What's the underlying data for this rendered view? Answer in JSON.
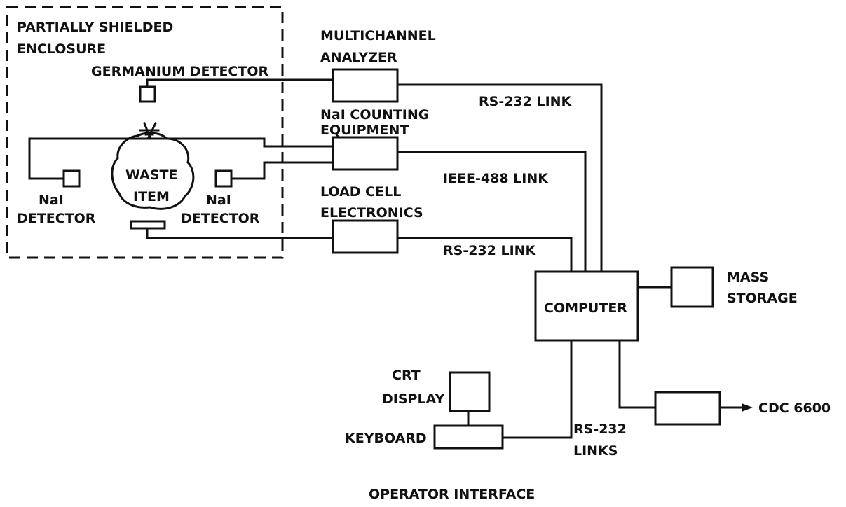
{
  "labels": {
    "enclosure_line1": "PARTIALLY SHIELDED",
    "enclosure_line2": "ENCLOSURE",
    "germanium_detector": "GERMANIUM DETECTOR",
    "waste_line1": "WASTE",
    "waste_line2": "ITEM",
    "nai_left_line1": "NaI",
    "nai_left_line2": "DETECTOR",
    "nai_right_line1": "NaI",
    "nai_right_line2": "DETECTOR",
    "mca_line1": "MULTICHANNEL",
    "mca_line2": "ANALYZER",
    "nai_counting_line1": "NaI COUNTING",
    "nai_counting_line2": "EQUIPMENT",
    "load_cell_line1": "LOAD CELL",
    "load_cell_line2": "ELECTRONICS",
    "rs232_link_top": "RS-232 LINK",
    "ieee488_link": "IEEE-488 LINK",
    "rs232_link_bottom": "RS-232 LINK",
    "computer": "COMPUTER",
    "mass_storage_line1": "MASS",
    "mass_storage_line2": "STORAGE",
    "cdc6600": "CDC 6600",
    "crt_line1": "CRT",
    "crt_line2": "DISPLAY",
    "keyboard": "KEYBOARD",
    "rs232_links_line1": "RS-232",
    "rs232_links_line2": "LINKS",
    "operator_interface": "OPERATOR INTERFACE"
  }
}
